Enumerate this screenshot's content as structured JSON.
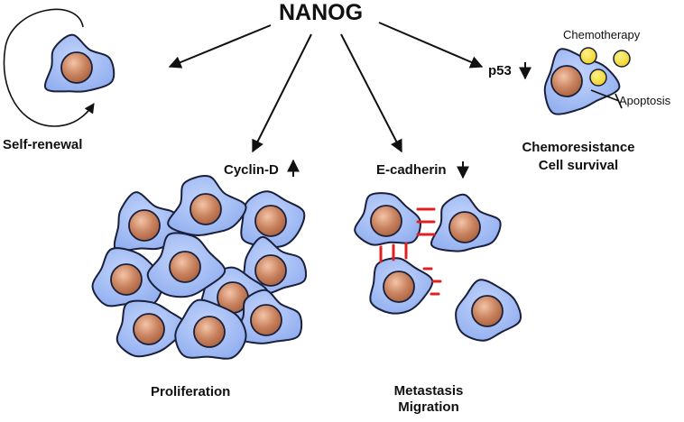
{
  "title": "NANOG",
  "outcomes": {
    "self_renewal": "Self-renewal",
    "proliferation": "Proliferation",
    "metastasis": "Metastasis",
    "migration": "Migration",
    "chemoresistance": "Chemoresistance",
    "cell_survival": "Cell survival"
  },
  "mediators": {
    "cyclin_d": "Cyclin-D",
    "e_cadherin": "E-cadherin",
    "p53": "p53"
  },
  "annotations": {
    "chemotherapy": "Chemotherapy",
    "apoptosis": "Apoptosis"
  },
  "colors": {
    "cell_fill": "#8fb0f2",
    "cell_stroke": "#1a1f3a",
    "nucleus_fill": "#c9835f",
    "drug_fill": "#f4d52b",
    "junction": "#e02020"
  }
}
